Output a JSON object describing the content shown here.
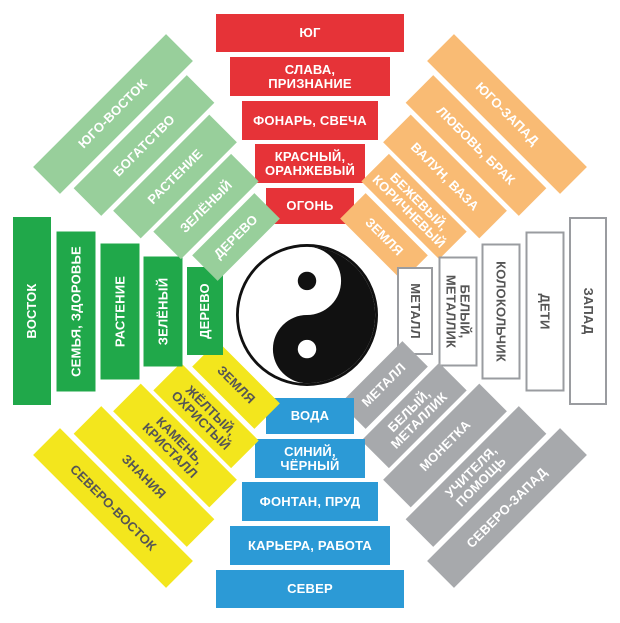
{
  "colors": {
    "south": "#e63338",
    "southwest": "#f9bb74",
    "west": "#ffffff",
    "northwest": "#a7a9ac",
    "north": "#2c9ad6",
    "northeast": "#f3e61d",
    "east": "#20a84a",
    "southeast": "#98cf9b",
    "west_border": "#9a9ca0"
  },
  "center": {
    "symbol": "yin-yang"
  },
  "sectors": [
    {
      "key": "south",
      "tiers": [
        "Юг",
        "Слава,\nпризнание",
        "Фонарь, свеча",
        "Красный,\nоранжевый",
        "Огонь"
      ]
    },
    {
      "key": "southwest",
      "tiers": [
        "Юго-запад",
        "Любовь, брак",
        "Валун, ваза",
        "Бежевый,\nкоричневый",
        "Земля"
      ]
    },
    {
      "key": "west",
      "tiers": [
        "Запад",
        "Дети",
        "Колокольчик",
        "Белый,\nметаллик",
        "Металл"
      ]
    },
    {
      "key": "northwest",
      "tiers": [
        "Северо-запад",
        "Учителя,\nпомощь",
        "Монетка",
        "Белый,\nметаллик",
        "Металл"
      ]
    },
    {
      "key": "north",
      "tiers": [
        "Север",
        "Карьера, работа",
        "Фонтан, пруд",
        "Синий,\nчёрный",
        "Вода"
      ]
    },
    {
      "key": "northeast",
      "tiers": [
        "Северо-восток",
        "Знания",
        "Камень,\nкристалл",
        "Жёлтый,\nохристый",
        "Земля"
      ]
    },
    {
      "key": "east",
      "tiers": [
        "Восток",
        "Семья, здоровье",
        "Растение",
        "Зелёный",
        "Дерево"
      ]
    },
    {
      "key": "southeast",
      "tiers": [
        "Юго-восток",
        "Богатство",
        "Растение",
        "Зелёный",
        "Дерево"
      ]
    }
  ]
}
